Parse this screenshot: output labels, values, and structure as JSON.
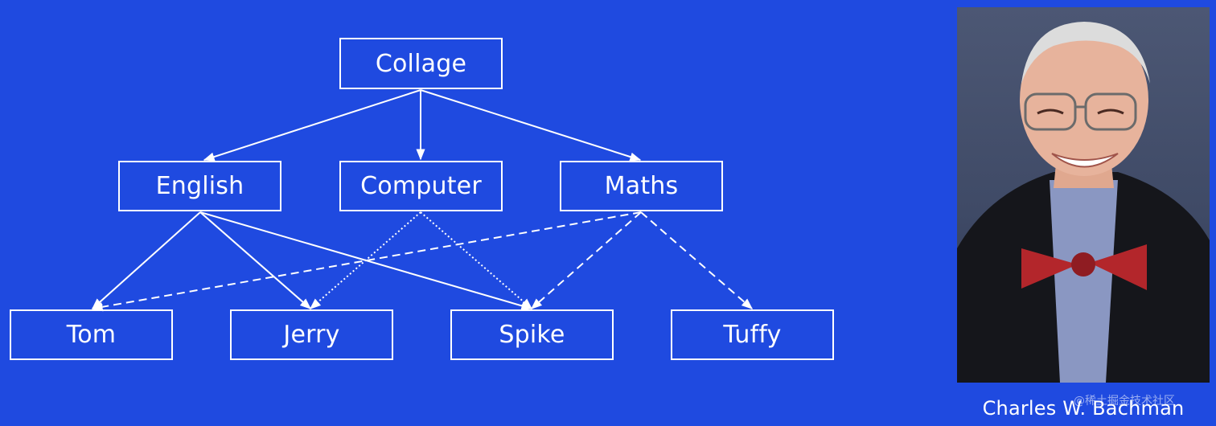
{
  "diagram": {
    "nodes": {
      "collage": "Collage",
      "english": "English",
      "computer": "Computer",
      "maths": "Maths",
      "tom": "Tom",
      "jerry": "Jerry",
      "spike": "Spike",
      "tuffy": "Tuffy"
    },
    "edges": [
      {
        "from": "Collage",
        "to": "English",
        "style": "solid"
      },
      {
        "from": "Collage",
        "to": "Computer",
        "style": "solid"
      },
      {
        "from": "Collage",
        "to": "Maths",
        "style": "solid"
      },
      {
        "from": "English",
        "to": "Tom",
        "style": "solid"
      },
      {
        "from": "English",
        "to": "Jerry",
        "style": "solid"
      },
      {
        "from": "English",
        "to": "Spike",
        "style": "solid"
      },
      {
        "from": "Computer",
        "to": "Jerry",
        "style": "dotted"
      },
      {
        "from": "Computer",
        "to": "Spike",
        "style": "dotted"
      },
      {
        "from": "Maths",
        "to": "Tom",
        "style": "dashed"
      },
      {
        "from": "Maths",
        "to": "Spike",
        "style": "dashed"
      },
      {
        "from": "Maths",
        "to": "Tuffy",
        "style": "dashed"
      }
    ]
  },
  "portrait": {
    "caption": "Charles W. Bachman"
  },
  "watermark": "@稀土掘金技术社区",
  "colors": {
    "background": "#1f4ae0",
    "lines": "#ffffff",
    "text": "#ffffff"
  }
}
